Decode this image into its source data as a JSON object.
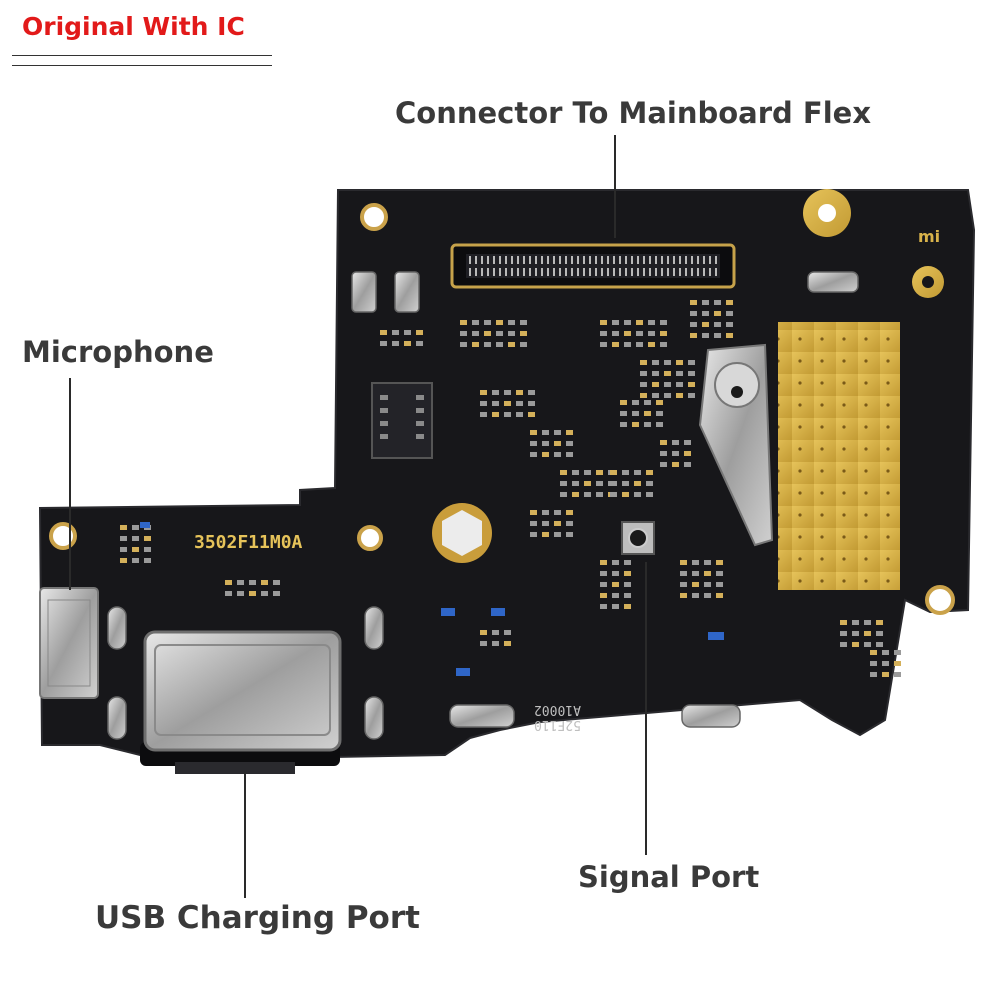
{
  "header": {
    "badge": "Original With IC"
  },
  "labels": {
    "connector": "Connector To Mainboard Flex",
    "microphone": "Microphone",
    "signal_port": "Signal Port",
    "usb_port": "USB Charging Port"
  },
  "board": {
    "part_number": "3502F11M0A",
    "code_line1": "A10002",
    "code_line2": "52F110",
    "brand_mark": "mi"
  },
  "colors": {
    "pcb": "#17171a",
    "gold": "#d8b24a",
    "silver": "#bfbfbf",
    "header_red": "#e21a1a",
    "label": "#3a3a3a"
  }
}
